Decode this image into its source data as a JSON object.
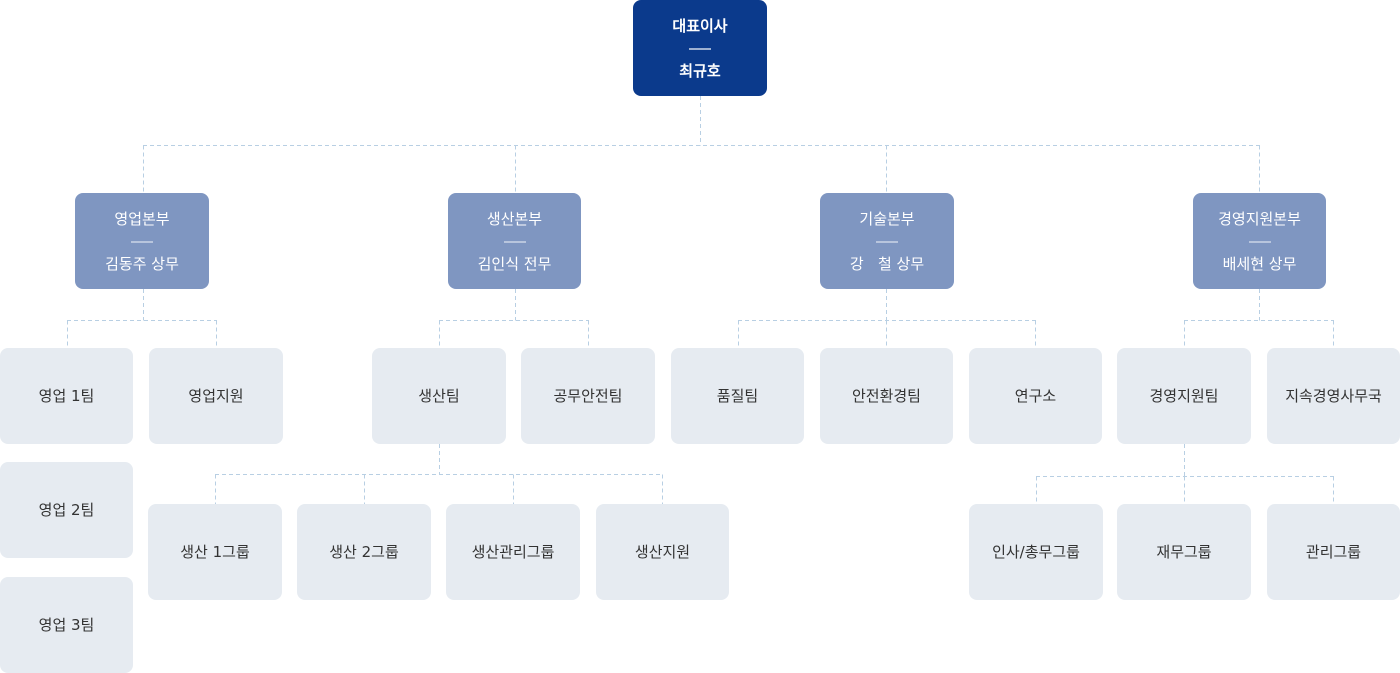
{
  "ceo": {
    "title": "대표이사",
    "name": "최규호"
  },
  "divisions": [
    {
      "title": "영업본부",
      "head": "김동주 상무"
    },
    {
      "title": "생산본부",
      "head": "김인식 전무"
    },
    {
      "title": "기술본부",
      "head": "강   철 상무"
    },
    {
      "title": "경영지원본부",
      "head": "배세현 상무"
    }
  ],
  "teams": {
    "sales1": "영업 1팀",
    "sales2": "영업 2팀",
    "sales3": "영업 3팀",
    "sales_support": "영업지원",
    "production_team": "생산팀",
    "construction_safety": "공무안전팀",
    "quality": "품질팀",
    "safety_env": "안전환경팀",
    "research": "연구소",
    "mgmt_support_team": "경영지원팀",
    "sustainability": "지속경영사무국"
  },
  "groups": {
    "prod1": "생산 1그룹",
    "prod2": "생산 2그룹",
    "prod_mgmt": "생산관리그룹",
    "prod_support": "생산지원",
    "hr": "인사/총무그룹",
    "finance": "재무그룹",
    "admin": "관리그룹"
  },
  "colors": {
    "ceo_bg": "#0b3a8c",
    "division_bg": "#7f96c1",
    "team_bg": "#e6ebf1",
    "connector": "#b8cfe3"
  }
}
